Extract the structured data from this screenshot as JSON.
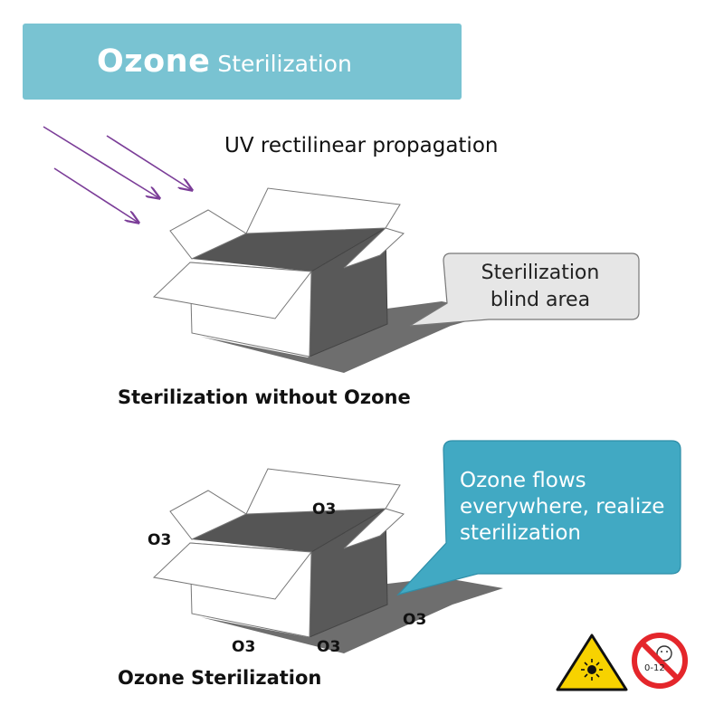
{
  "banner": {
    "title_strong": "Ozone",
    "title_light": "Sterilization"
  },
  "uv_label": "UV rectilinear propagation",
  "panel_top": {
    "callout": {
      "line1": "Sterilization",
      "line2": "blind area"
    },
    "caption": "Sterilization without Ozone"
  },
  "panel_bottom": {
    "callout": {
      "line1": "Ozone flows",
      "line2": "everywhere, realize",
      "line3": "sterilization"
    },
    "caption": "Ozone Sterilization",
    "o3_labels": [
      "O3",
      "O3",
      "O3",
      "O3",
      "O3"
    ]
  },
  "badges": {
    "age_label": "0-12"
  },
  "colors": {
    "banner": "#79c3d2",
    "callout_gray": "#e6e6e6",
    "callout_blue": "#41a9c3",
    "uv_arrow": "#7b3d98",
    "shadow": "#6e6e6e",
    "box_dark": "#555555",
    "warning_yellow": "#f7d200",
    "prohibit_red": "#e4262b"
  }
}
